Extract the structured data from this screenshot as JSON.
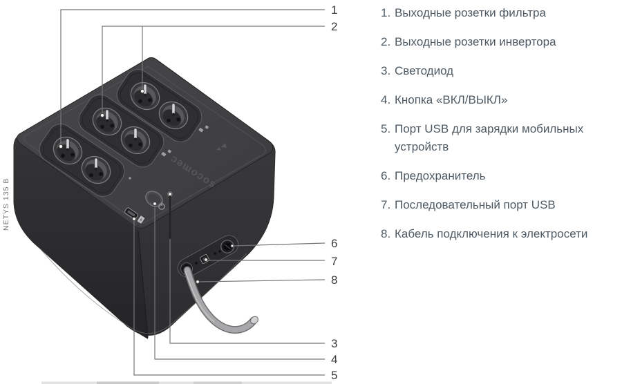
{
  "legend": {
    "items": [
      {
        "num": "1.",
        "label": "Выходные розетки фильтра"
      },
      {
        "num": "2.",
        "label": "Выходные розетки инвертора"
      },
      {
        "num": "3.",
        "label": "Светодиод"
      },
      {
        "num": "4.",
        "label": "Кнопка «ВКЛ/ВЫКЛ»"
      },
      {
        "num": "5.",
        "label": "Порт USB для зарядки мобильных устройств"
      },
      {
        "num": "6.",
        "label": "Предохранитель"
      },
      {
        "num": "7.",
        "label": "Последовательный порт USB"
      },
      {
        "num": "8.",
        "label": "Кабель подключения к электросети"
      }
    ]
  },
  "diagram": {
    "model_label": "NETYS 135 B",
    "brand": "socomec",
    "callouts": [
      {
        "num": "1",
        "target": "filter-outlet"
      },
      {
        "num": "2",
        "target": "inverter-outlets"
      },
      {
        "num": "3",
        "target": "led"
      },
      {
        "num": "4",
        "target": "on-off-button"
      },
      {
        "num": "5",
        "target": "usb-charging-port"
      },
      {
        "num": "6",
        "target": "fuse"
      },
      {
        "num": "7",
        "target": "serial-usb-port"
      },
      {
        "num": "8",
        "target": "mains-cable"
      }
    ]
  },
  "colors": {
    "legend_text": "#4e5963",
    "callout_line": "#767678",
    "callout_number": "#3a3a3a",
    "body_top": "#414143",
    "body_left_face": "#2c2c2e",
    "body_right_face": "#373739",
    "cable": "#a8a8aa"
  }
}
